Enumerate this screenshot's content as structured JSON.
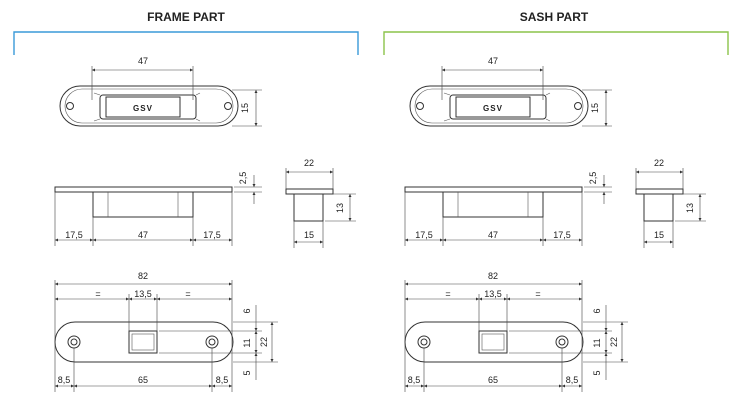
{
  "sections": [
    {
      "title": "FRAME PART",
      "bracket_color": "#3a9ad9",
      "insert_fill": "#ffffff",
      "insert_text": "GSV",
      "dims": {
        "top_width": "47",
        "top_height": "15",
        "side_thickness": "2,5",
        "side_left": "17,5",
        "side_middle": "47",
        "side_right": "17,5",
        "end_width": "22",
        "end_height": "13",
        "end_bottom": "15",
        "base_total": "82",
        "base_eq_left": "=",
        "base_slot": "13,5",
        "base_eq_right": "=",
        "base_right_top": "6",
        "base_right_mid": "11",
        "base_right_total": "22",
        "base_right_bottom": "5",
        "base_left_edge": "8,5",
        "base_hole_span": "65",
        "base_right_edge": "8,5"
      }
    },
    {
      "title": "SASH PART",
      "bracket_color": "#8bc34a",
      "insert_fill": "#f7c4a8",
      "insert_text": "GSV",
      "dims": {
        "top_width": "47",
        "top_height": "15",
        "side_thickness": "2,5",
        "side_left": "17,5",
        "side_middle": "47",
        "side_right": "17,5",
        "end_width": "22",
        "end_height": "13",
        "end_bottom": "15",
        "base_total": "82",
        "base_eq_left": "=",
        "base_slot": "13,5",
        "base_eq_right": "=",
        "base_right_top": "6",
        "base_right_mid": "11",
        "base_right_total": "22",
        "base_right_bottom": "5",
        "base_left_edge": "8,5",
        "base_hole_span": "65",
        "base_right_edge": "8,5"
      }
    }
  ]
}
